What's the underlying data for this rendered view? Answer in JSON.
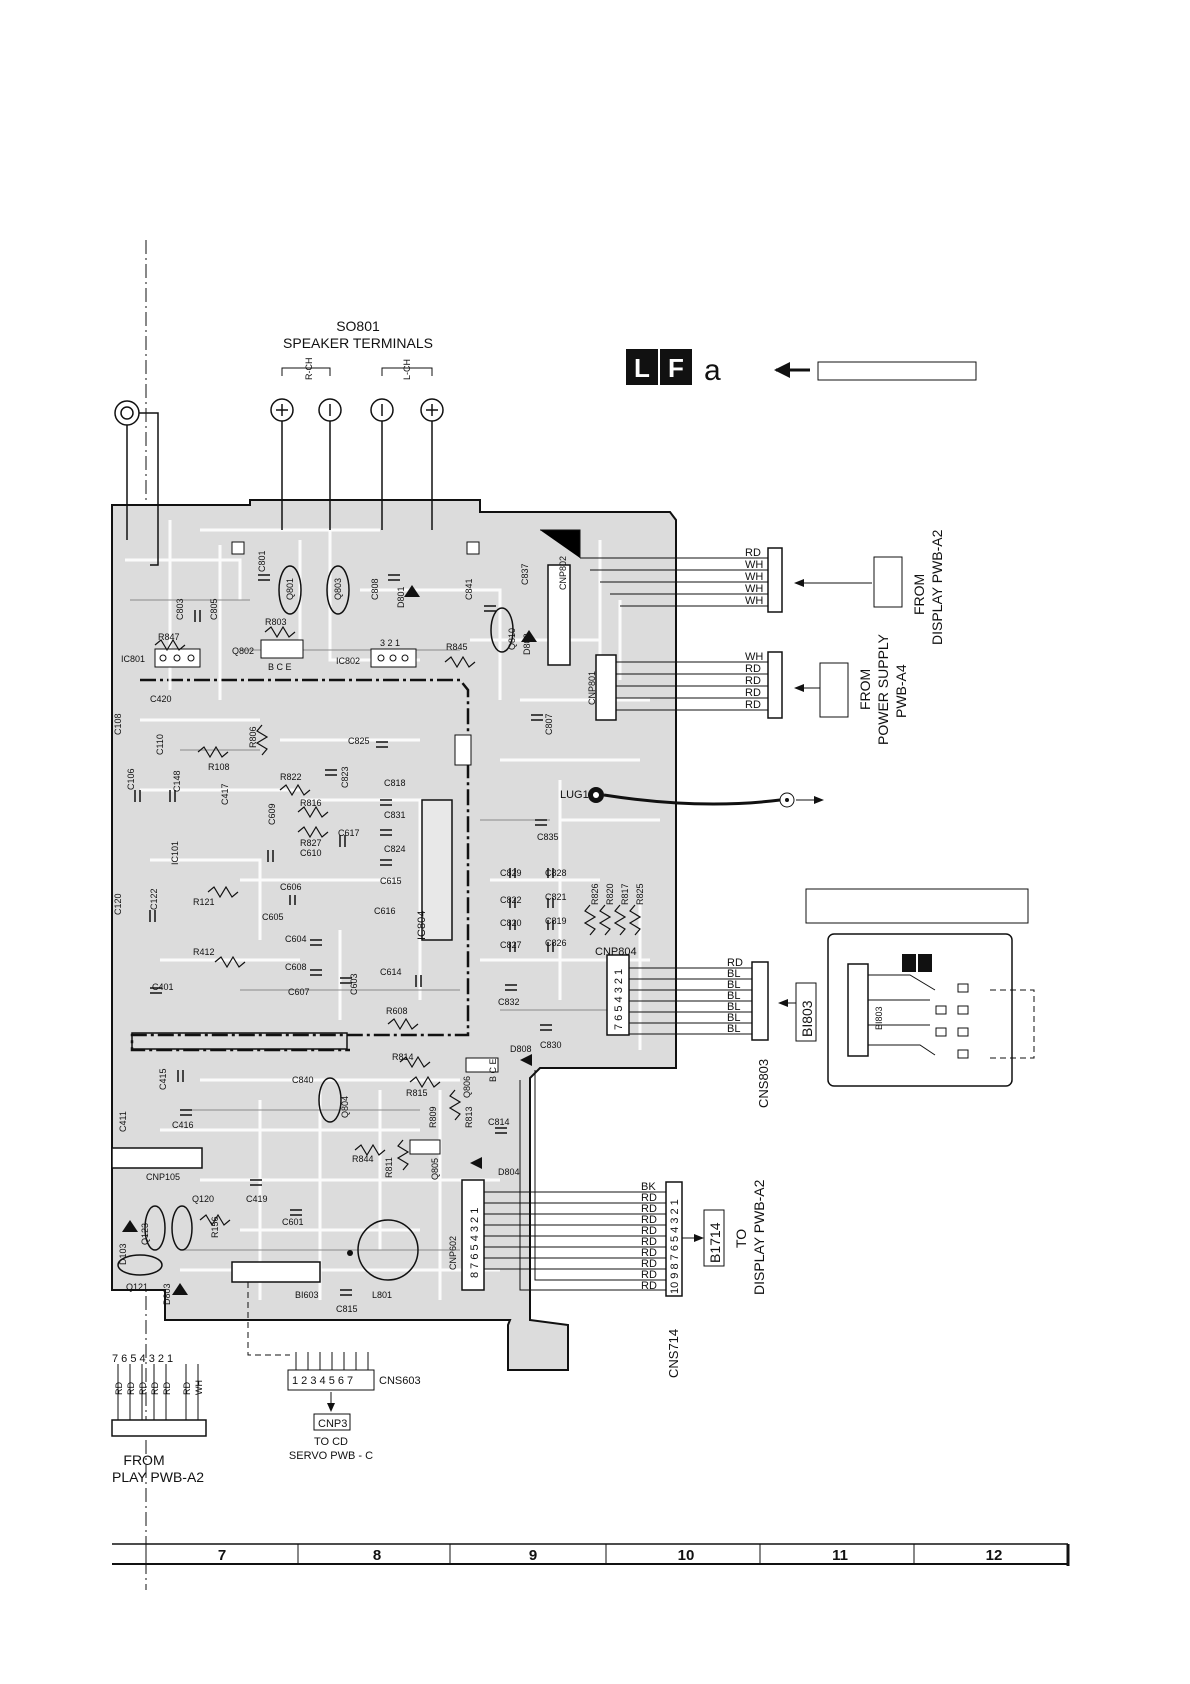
{
  "speaker_block": {
    "title_line1": "SO801",
    "title_line2": "SPEAKER TERMINALS",
    "r_ch": "R-CH",
    "l_ch": "L-CH",
    "terminals": [
      "+",
      "−",
      "−",
      "+"
    ]
  },
  "legend": {
    "l": "L",
    "f": "F",
    "a": "a"
  },
  "connector_top": {
    "wires": [
      "RD",
      "WH",
      "WH",
      "WH",
      "WH"
    ],
    "label": "FROM\nDISPLAY  PWB-A2",
    "label_line1": "FROM",
    "label_line2": "DISPLAY  PWB-A2"
  },
  "connector_power": {
    "wires": [
      "WH",
      "RD",
      "RD",
      "RD",
      "RD"
    ],
    "label_line1": "FROM",
    "label_line2": "POWER SUPPLY",
    "label_line3": "PWB-A4"
  },
  "cnp804": {
    "name": "CNP804",
    "pins": "7 6 5 4 3 2 1",
    "wires": [
      "RD",
      "BL",
      "BL",
      "BL",
      "BL",
      "BL",
      "BL"
    ],
    "cns_name": "CNS803",
    "bi_name": "BI803",
    "inset_part": "BI803"
  },
  "cnp602": {
    "name": "CNP602",
    "pins": "8 7 6 5 4 3 2 1",
    "wires": [
      "BK",
      "RD",
      "RD",
      "RD",
      "RD",
      "RD",
      "RD",
      "RD",
      "RD",
      "RD"
    ],
    "cns_name": "CNS714",
    "cns_pins": "10 9 8 7 6 5 4 3 2 1",
    "bi_name": "B1714",
    "to_line1": "TO",
    "to_line2": "DISPLAY PWB-A2"
  },
  "cns603": {
    "pins": "1 2 3 4 5 6 7",
    "name": "CNS603",
    "cnp": "CNP3",
    "to_line1": "TO CD",
    "to_line2": "SERVO PWB - C"
  },
  "left_bottom": {
    "pins": "7 6 5 4 3   2 1",
    "wires": [
      "RD",
      "RD",
      "RD",
      "RD",
      "RD",
      "RD",
      "WH"
    ],
    "label_line1": "FROM",
    "label_line2": "PLAY PWB-A2"
  },
  "lug": "LUG1",
  "components": {
    "c801": "C801",
    "q801": "Q801",
    "q803": "Q803",
    "c808": "C808",
    "d801": "D801",
    "c803": "C803",
    "c805": "C805",
    "r803": "R803",
    "r847": "R847",
    "q802": "Q802",
    "bce": "B C E",
    "ic801": "IC801",
    "ic802": "IC802",
    "pins321": "3 2 1",
    "c841": "C841",
    "r845": "R845",
    "q810": "Q810",
    "d802": "D802",
    "c837": "C837",
    "cnp802": "CNP802",
    "cnp801": "CNP801",
    "c807": "C807",
    "c420": "C420",
    "c108": "C108",
    "c110": "C110",
    "c106": "C106",
    "c148": "C148",
    "r806": "R806",
    "r108": "R108",
    "c825": "C825",
    "r822": "R822",
    "c823": "C823",
    "c818": "C818",
    "c417": "C417",
    "c609": "C609",
    "r816": "R816",
    "c831": "C831",
    "r827": "R827",
    "c617": "C617",
    "c610": "C610",
    "c824": "C824",
    "ic101": "IC101",
    "c835": "C835",
    "c615": "C615",
    "c616": "C616",
    "c606": "C606",
    "c605": "C605",
    "r121": "R121",
    "c120": "C120",
    "c122": "C122",
    "c829": "C829",
    "c828": "C828",
    "c822": "C822",
    "c821": "C821",
    "c820": "C820",
    "c819": "C819",
    "c827": "C827",
    "c826": "C826",
    "r826": "R826",
    "r820": "R820",
    "r817": "R817",
    "r825": "R825",
    "ic804": "IC804",
    "c604": "C604",
    "r412": "R412",
    "c608": "C608",
    "c614": "C614",
    "c603": "C603",
    "c607": "C607",
    "c401": "C401",
    "c832": "C832",
    "r608": "R608",
    "c830": "C830",
    "r814": "R814",
    "d808": "D808",
    "c415": "C415",
    "c840": "C840",
    "q804": "Q804",
    "r815": "R815",
    "q806": "Q806",
    "c411": "C411",
    "c416": "C416",
    "r809": "R809",
    "r813": "R813",
    "c814": "C814",
    "r844": "R844",
    "r811": "R811",
    "q805": "Q805",
    "d804": "D804",
    "cnp105": "CNP105",
    "q120": "Q120",
    "r156": "R156",
    "c419": "C419",
    "q123": "Q123",
    "d103": "D103",
    "c601": "C601",
    "l801": "L801",
    "q121": "Q121",
    "d803": "D803",
    "bi603": "BI603",
    "c815": "C815"
  },
  "grid_columns": [
    "7",
    "8",
    "9",
    "10",
    "11",
    "12"
  ]
}
